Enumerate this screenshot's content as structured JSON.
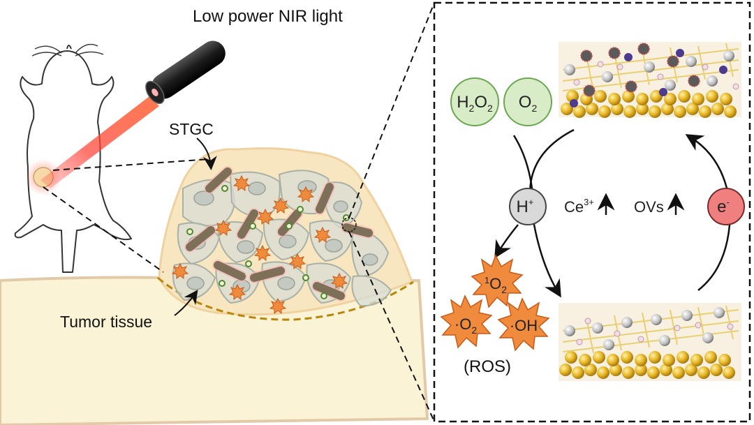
{
  "left_panel": {
    "laser_label": "Low power NIR light",
    "stgc_label": "STGC",
    "tumor_label": "Tumor tissue"
  },
  "right_panel": {
    "reactant_1": "H2O2",
    "reactant_2": "O2",
    "proton": "H+",
    "electron": "e-",
    "ce_label": "Ce3+",
    "ovs_label": "OVs",
    "ros_singlet": "1O2",
    "ros_superoxide": "·O2",
    "ros_hydroxyl": "·OH",
    "ros_caption": "(ROS)"
  },
  "colors": {
    "tumor_fill": "#f7e6bf",
    "tissue_fill": "#fbf3d5",
    "rod": "#8a7a62",
    "star": "#f08a3c",
    "green_bubble": "#d8ecc8",
    "h_bubble": "#d9d9d9",
    "e_bubble": "#f08080",
    "laser": "#e53935",
    "gold_atoms": "#e6b422"
  }
}
